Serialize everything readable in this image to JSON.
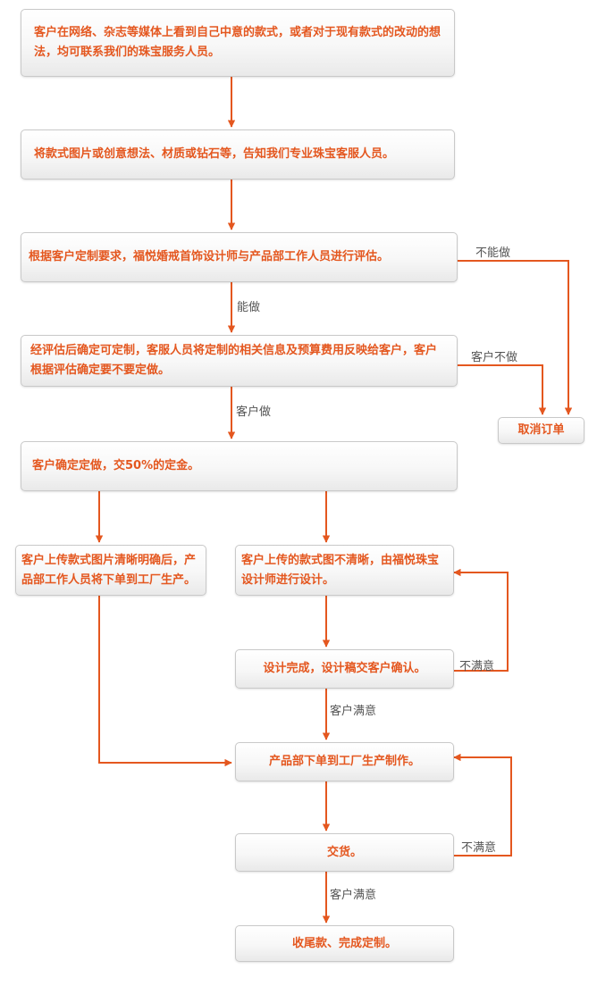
{
  "steps": {
    "s1": "客户在网络、杂志等媒体上看到自己中意的款式，或者对于现有款式的改动的想法，均可联系我们的珠宝服务人员。",
    "s2": "将款式图片或创意想法、材质或钻石等，告知我们专业珠宝客服人员。",
    "s3": "根据客户定制要求，福悦婚戒首饰设计师与产品部工作人员进行评估。",
    "s4": "经评估后确定可定制，客服人员将定制的相关信息及预算费用反映给客户，客户根据评估确定要不要定做。",
    "s5": "客户确定定做，交50%的定金。",
    "cancel": "取消订单",
    "left_branch": "客户上传款式图片清晰明确后，产品部工作人员将下单到工厂生产。",
    "right_branch": "客户上传的款式图不清晰，由福悦珠宝设计师进行设计。",
    "design_done": "设计完成，设计稿交客户确认。",
    "production": "产品部下单到工厂生产制作。",
    "delivery": "交货。",
    "final": "收尾款、完成定制。"
  },
  "labels": {
    "cannot": "不能做",
    "can": "能做",
    "customer_no": "客户不做",
    "customer_yes": "客户做",
    "unsatisfied_1": "不满意",
    "satisfied_1": "客户满意",
    "unsatisfied_2": "不满意",
    "satisfied_2": "客户满意"
  },
  "colors": {
    "accent": "#e4571f",
    "box_border": "#c9c9c9",
    "label_text": "#555555"
  }
}
